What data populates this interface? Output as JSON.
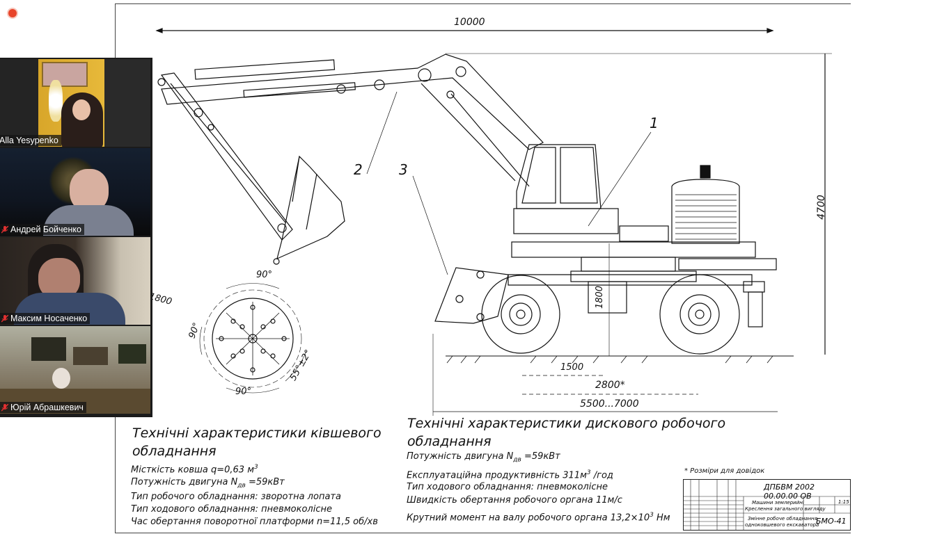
{
  "meeting": {
    "participants": [
      {
        "name": "Alla Yesypenko",
        "muted": false
      },
      {
        "name": "Андрей Бойченко",
        "muted": true
      },
      {
        "name": "Максим Носаченко",
        "muted": true
      },
      {
        "name": "Юрій Абрашкевич",
        "muted": true
      }
    ]
  },
  "drawing": {
    "dims": {
      "overall_length": "10000",
      "height": "4700",
      "disk_angle_top": "90°",
      "disk_angle_left": "90°",
      "disk_angle_bottom": "90°",
      "disk_diameter": "1800",
      "disk_tilt": "55°±2°",
      "axle_height": "1800",
      "wheelbase": "1500",
      "track": "2800*",
      "length_range": "5500...7000"
    },
    "callouts": [
      "1",
      "2",
      "3"
    ],
    "bucket_spec": {
      "title_line1": "Технічні характеристики ківшевого",
      "title_line2": "обладнання",
      "capacity_prefix": "Місткість ковша q=0,63 м",
      "capacity_sup": "3",
      "power_prefix": "Потужність двигуна N",
      "power_sub": "дв",
      "power_suffix": " =59кВт",
      "work_type": "Тип робочого обладнання: зворотна лопата",
      "chassis_type": "Тип ходового обладнання: пневмоколісне",
      "rotation_time": "Час обертання поворотної платформи n=11,5 об/хв"
    },
    "disk_spec": {
      "title_line1": "Технічні характеристики дискового робочого",
      "title_line2": "обладнання",
      "power_prefix": "Потужність двигуна N",
      "power_sub": "дв",
      "power_suffix": " =59кВт",
      "productivity_prefix": "Експлуатаційна продуктивність 311м",
      "productivity_sup": "3",
      "productivity_suffix": " /год",
      "chassis_type": "Тип ходового обладнання: пневмоколісне",
      "rotation_speed": "Швидкість обертання робочого органа 11м/с",
      "torque_prefix": "Крутний момент на валу робочого органа 13,2×10",
      "torque_sup": "3",
      "torque_suffix": " Нм"
    },
    "footnote": "* Розміри для довідок",
    "title_block": {
      "doc_code": "ДПБВМ 2002 00.00.00 ОВ",
      "name_line1": "Машини землерийні",
      "name_line2": "Креслення загального вигляду",
      "sub_line1": "Змінне робоче обладнання",
      "sub_line2": "одноковшевого екскаватора",
      "sheet_id": "БМО-41",
      "scale": "1:15"
    }
  }
}
